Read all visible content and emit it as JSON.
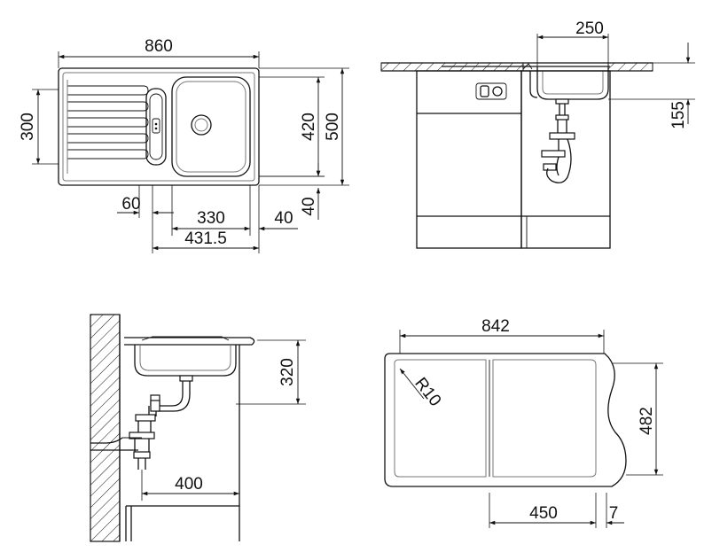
{
  "top_view": {
    "dims": {
      "overall_width": "860",
      "drainer_height": "300",
      "bowl_height": "420",
      "overall_depth": "500",
      "front_offset": "40",
      "drainer_offset": "60",
      "bowl_width": "330",
      "right_margin": "40",
      "drain_center": "431.5"
    }
  },
  "front_section": {
    "dims": {
      "bowl_width": "250",
      "bowl_depth": "155"
    }
  },
  "side_section": {
    "dims": {
      "bowl_depth": "320",
      "drain_distance": "400"
    }
  },
  "cutout": {
    "dims": {
      "width": "842",
      "height": "482",
      "corner_radius": "R10",
      "cabinet_min": "450",
      "edge_offset": "7"
    }
  }
}
